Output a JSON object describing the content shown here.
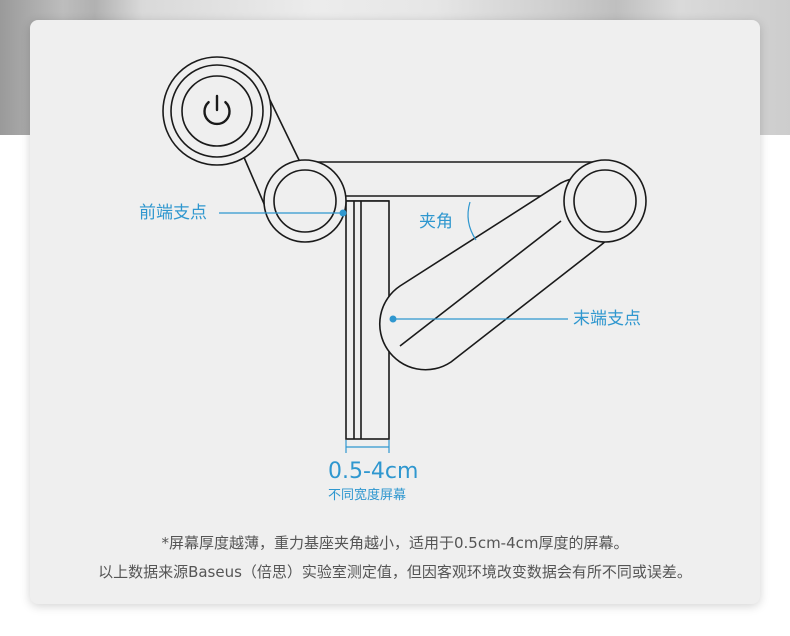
{
  "labels": {
    "front_pivot": "前端支点",
    "end_pivot": "末端支点",
    "angle": "夹角",
    "thickness_range": "0.5-4cm",
    "thickness_note": "不同宽度屏幕"
  },
  "captions": {
    "line1": "*屏幕厚度越薄，重力基座夹角越小，适用于0.5cm-4cm厚度的屏幕。",
    "line2": "以上数据来源Baseus（倍思）实验室测定值，但因客观环境改变数据会有所不同或误差。"
  },
  "colors": {
    "accent": "#2f97cf",
    "line": "#1a1a1a",
    "card": "#efefef",
    "caption": "#555555"
  },
  "icons": {
    "power": "power-icon"
  }
}
